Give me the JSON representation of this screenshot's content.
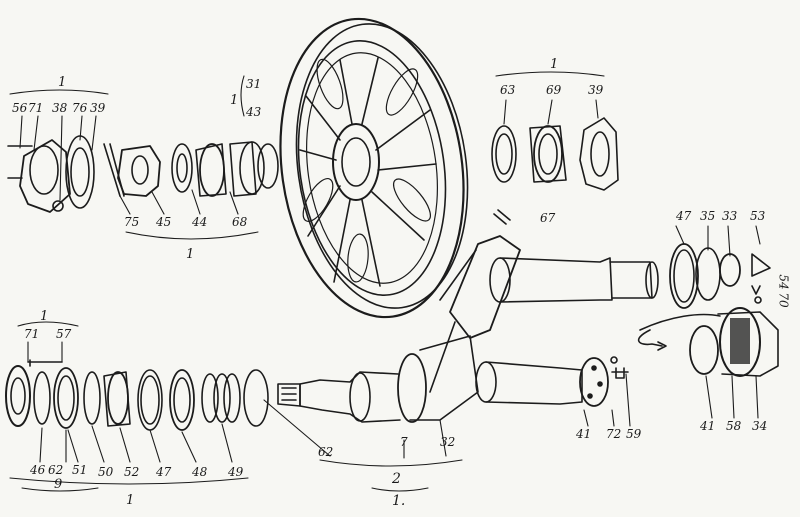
{
  "diagram": {
    "ink": "#1c1c1c",
    "paper": "#f7f7f3",
    "labels": {
      "grp_top_left": "1",
      "n56": "56",
      "n71a": "71",
      "n38": "38",
      "n76": "76",
      "n39a": "39",
      "grp_31_43": "1",
      "n31": "31",
      "n43": "43",
      "n75": "75",
      "n45": "45",
      "n44": "44",
      "n68": "68",
      "grp_bottom_left": "1",
      "grp_top_right": "1",
      "n63": "63",
      "n69": "69",
      "n39b": "39",
      "n67": "67",
      "n47a": "47",
      "n35": "35",
      "n33": "33",
      "n53": "53",
      "n54": "54",
      "n70": "70",
      "grp_lower_left": "1",
      "n71b": "71",
      "n57": "57",
      "n46": "46",
      "n62a": "62",
      "n51": "51",
      "n9": "9",
      "n50": "50",
      "n52": "52",
      "n47b": "47",
      "n48": "48",
      "n49": "49",
      "grp_bottom": "1",
      "n62b": "62",
      "n7": "7",
      "n32": "32",
      "n2": "2",
      "n1_bottom": "1.",
      "n41a": "41",
      "n72": "72",
      "n59": "59",
      "n41b": "41",
      "n58": "58",
      "n34": "34"
    }
  }
}
